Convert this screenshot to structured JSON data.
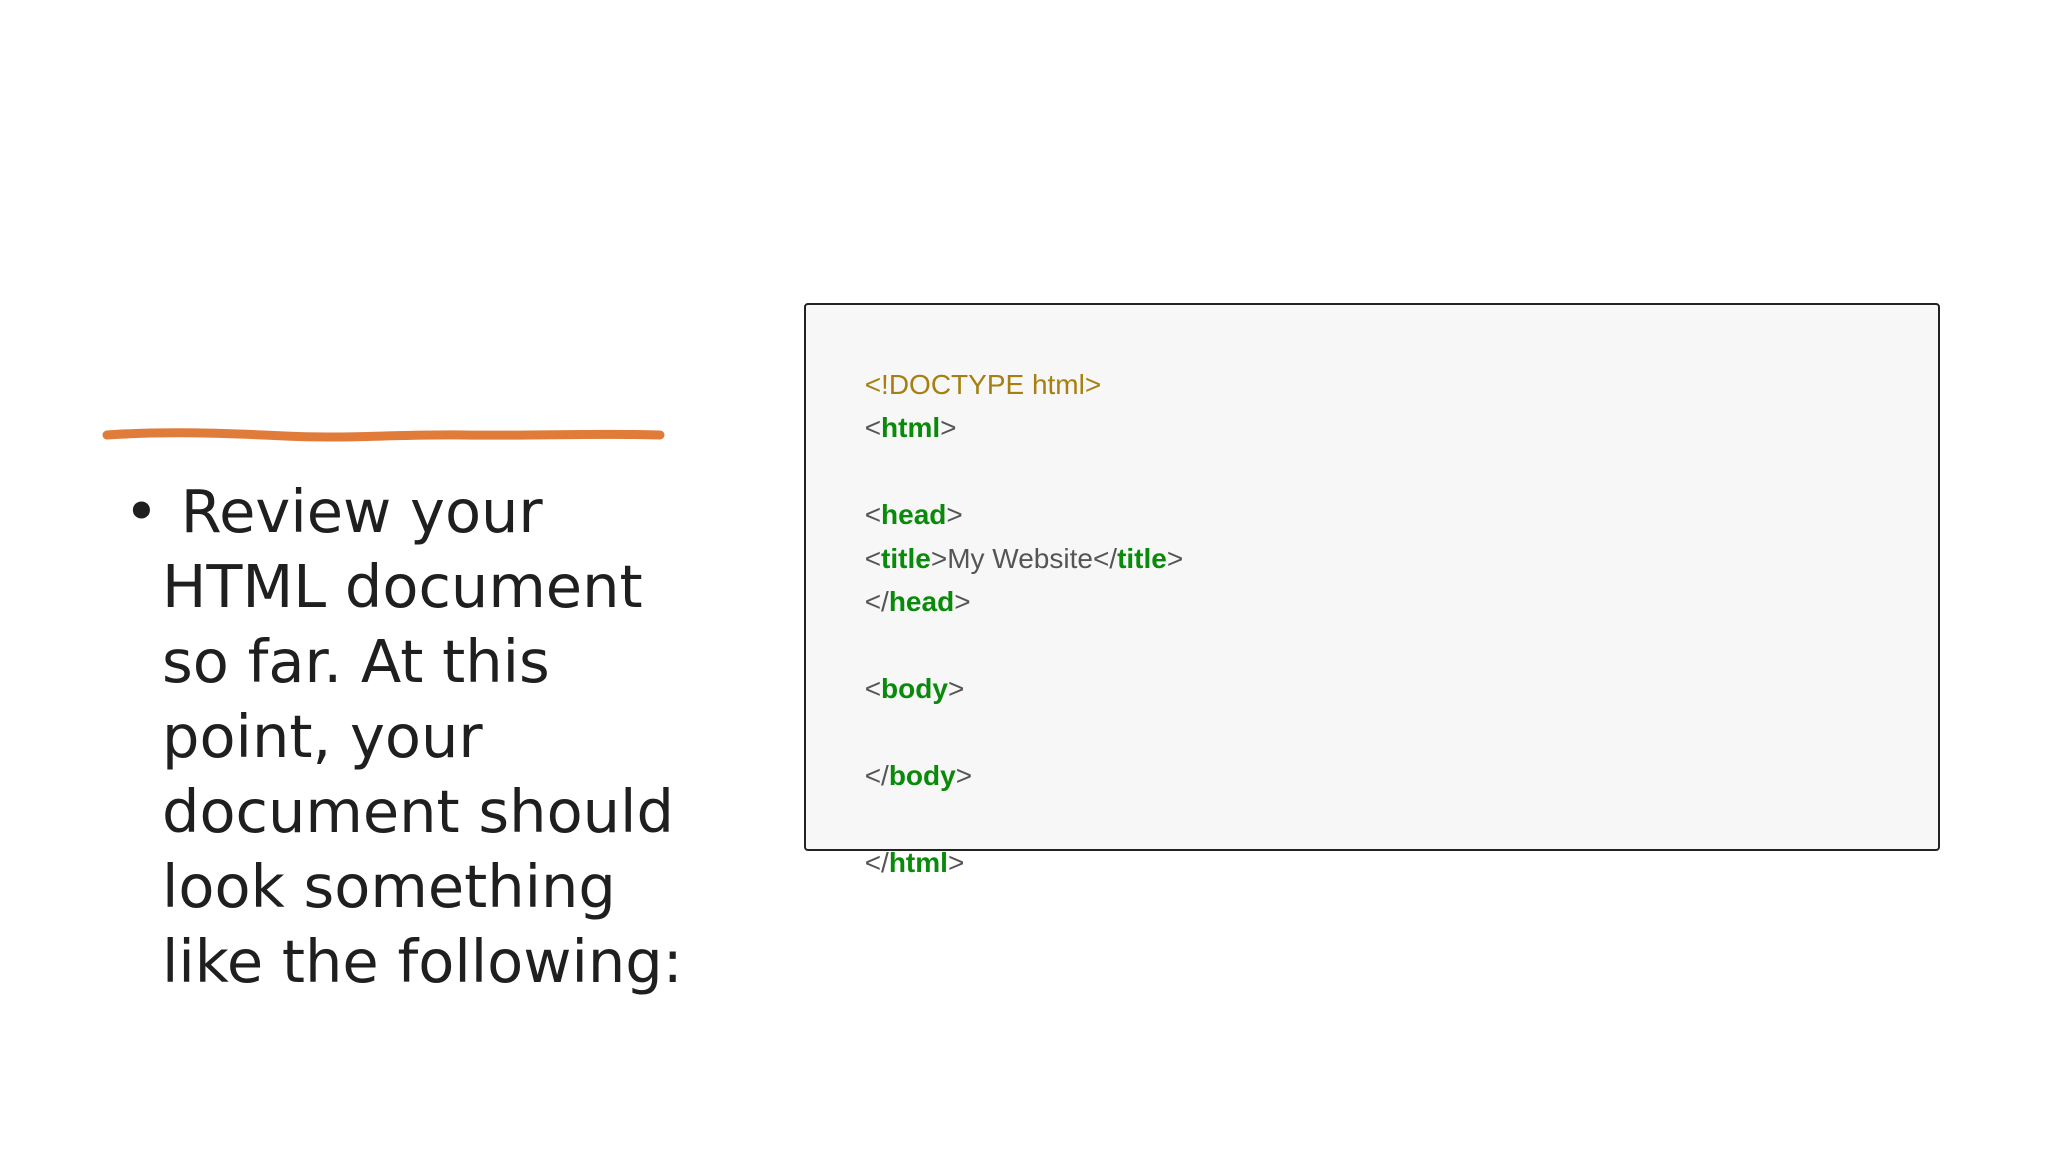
{
  "slide": {
    "accent_color": "#e07b39",
    "bullet_symbol": "•",
    "bullet_text": " Review your\nHTML document\nso far. At this\npoint, your\ndocument should\nlook something\nlike the following:"
  },
  "code": {
    "doctype": "<!DOCTYPE html>",
    "lines": [
      {
        "open": "<",
        "tag": "html",
        "close": ">"
      },
      {
        "blank": ""
      },
      {
        "open": "<",
        "tag": "head",
        "close": ">"
      },
      {
        "open": "<",
        "tag": "title",
        "close": ">",
        "text": "My Website",
        "open2": "</",
        "tag2": "title",
        "close2": ">"
      },
      {
        "open": "</",
        "tag": "head",
        "close": ">"
      },
      {
        "blank": ""
      },
      {
        "open": "<",
        "tag": "body",
        "close": ">"
      },
      {
        "blank": ""
      },
      {
        "open": "</",
        "tag": "body",
        "close": ">"
      },
      {
        "blank": ""
      },
      {
        "open": "</",
        "tag": "html",
        "close": ">"
      }
    ]
  }
}
